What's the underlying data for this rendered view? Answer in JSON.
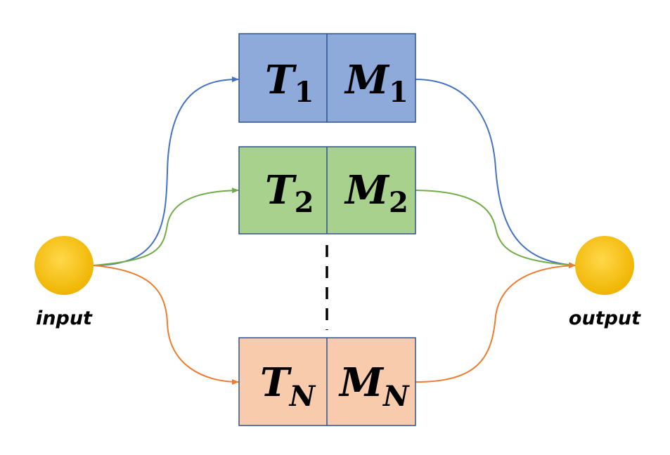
{
  "nodes": {
    "input_label": "input",
    "output_label": "output"
  },
  "branches": [
    {
      "t_letter": "T",
      "t_sub": "1",
      "m_letter": "M",
      "m_sub": "1",
      "box_fill": "#8eaadb",
      "line_color": "#4472c4"
    },
    {
      "t_letter": "T",
      "t_sub": "2",
      "m_letter": "M",
      "m_sub": "2",
      "box_fill": "#a9d18e",
      "line_color": "#70ad47"
    },
    {
      "t_letter": "T",
      "t_sub": "N",
      "m_letter": "M",
      "m_sub": "N",
      "box_fill": "#f8cbad",
      "line_color": "#ed7d31"
    }
  ],
  "colors": {
    "node_fill": "#ffc000",
    "box_border": "#2f528f",
    "ellipsis_line": "#000000"
  }
}
